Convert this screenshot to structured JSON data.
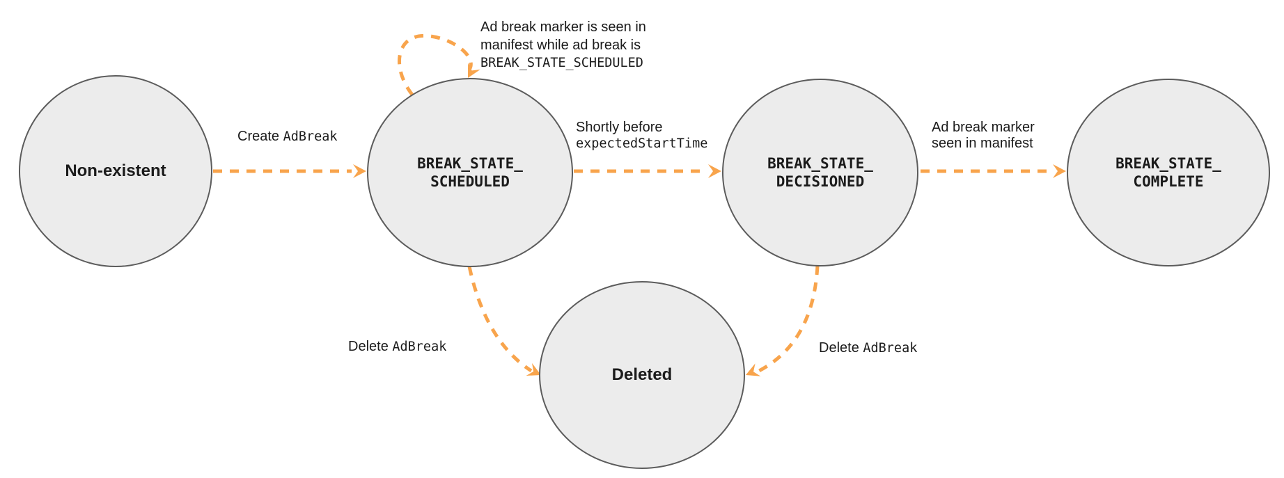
{
  "colors": {
    "accent_orange": "#F8A44C",
    "node_fill": "#ECECEC",
    "node_border": "#5C5C5C",
    "text": "#1B1B1B"
  },
  "nodes": [
    {
      "id": "non-existent",
      "label": "Non-existent"
    },
    {
      "id": "break-state-scheduled",
      "line1": "BREAK_STATE_",
      "line2": "SCHEDULED"
    },
    {
      "id": "break-state-decisioned",
      "line1": "BREAK_STATE_",
      "line2": "DECISIONED"
    },
    {
      "id": "break-state-complete",
      "line1": "BREAK_STATE_",
      "line2": "COMPLETE"
    },
    {
      "id": "deleted",
      "label": "Deleted"
    }
  ],
  "edges": {
    "create": {
      "text": "Create ",
      "code": "AdBreak"
    },
    "self_loop": {
      "line1": "Ad break marker is seen in",
      "line2": "manifest while ad break is",
      "code": "BREAK_STATE_SCHEDULED"
    },
    "decision": {
      "line1": "Shortly before",
      "code": "expectedStartTime"
    },
    "complete": {
      "line1": "Ad break marker",
      "line2": "seen in manifest"
    },
    "delete_left": {
      "text": "Delete ",
      "code": "AdBreak"
    },
    "delete_right": {
      "text": "Delete ",
      "code": "AdBreak"
    }
  }
}
